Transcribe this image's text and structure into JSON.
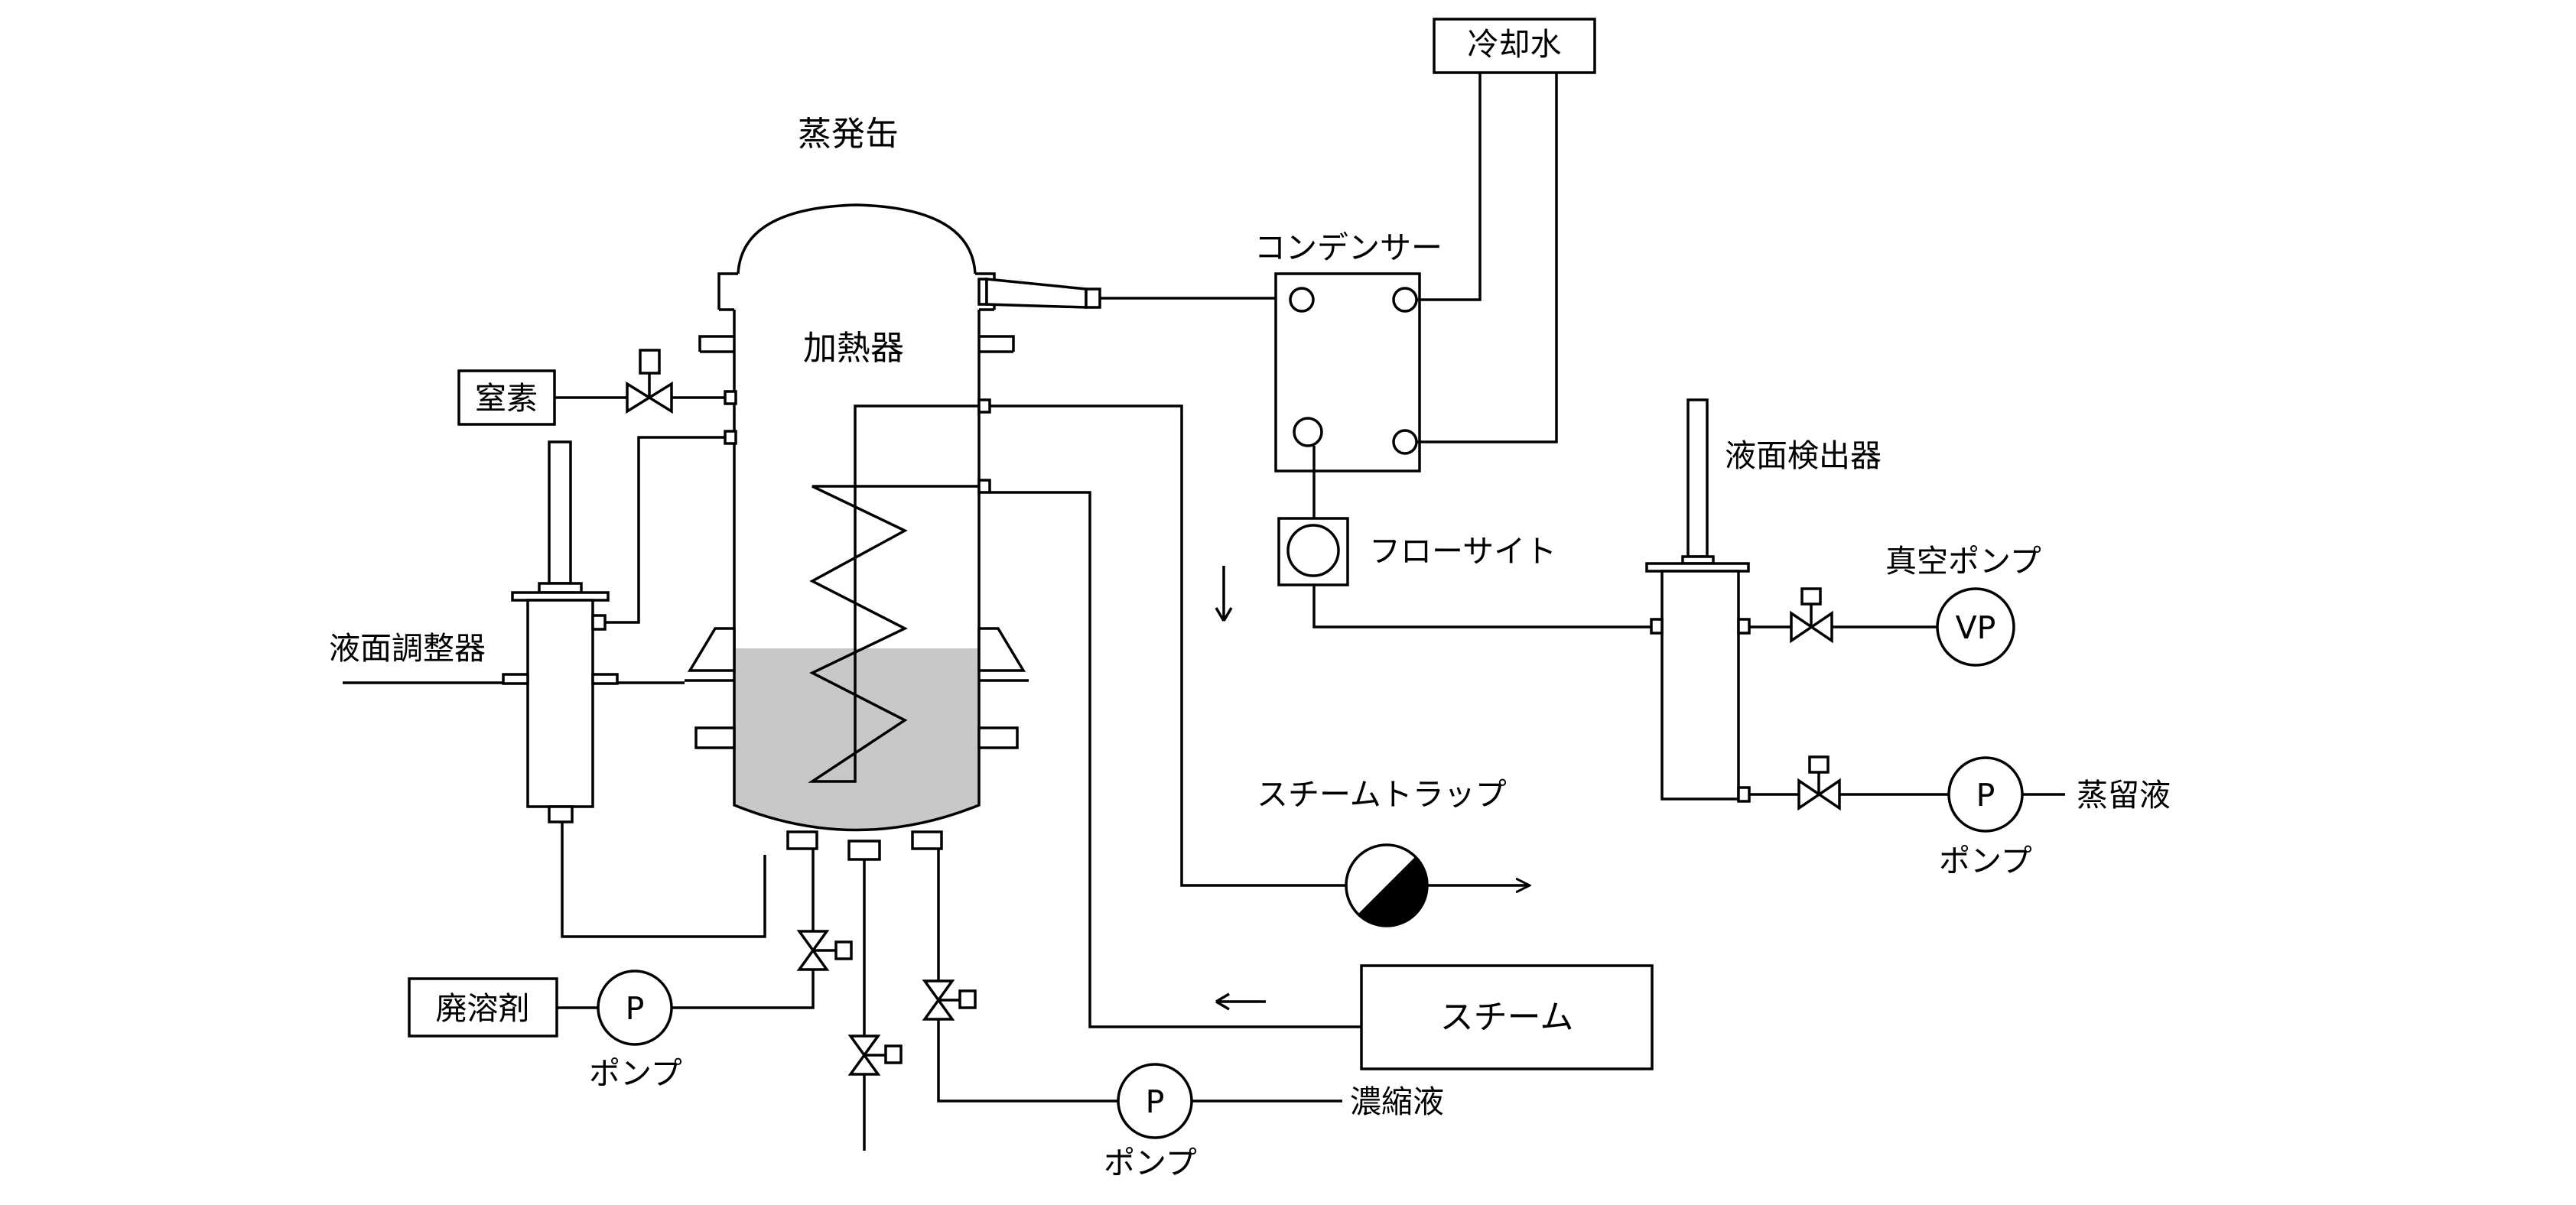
{
  "colors": {
    "line": "#000000",
    "liquid": "#c8c8c8",
    "background": "#ffffff"
  },
  "labels": {
    "evaporator": "蒸発缶",
    "heater": "加熱器",
    "cooling_water": "冷却水",
    "condenser": "コンデンサー",
    "flow_sight": "フローサイト",
    "level_detector": "液面検出器",
    "vacuum_pump": "真空ポンプ",
    "vp_symbol": "VP",
    "nitrogen": "窒素",
    "level_regulator": "液面調整器",
    "steam_trap": "スチームトラップ",
    "steam": "スチーム",
    "waste_solvent": "廃溶剤",
    "concentrate": "濃縮液",
    "distillate": "蒸留液",
    "pump": "ポンプ",
    "pump_symbol": "P"
  }
}
